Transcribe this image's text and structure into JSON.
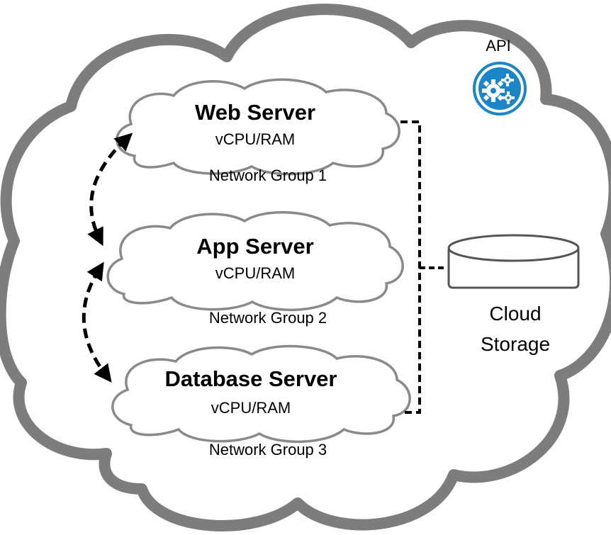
{
  "api": {
    "label": "API",
    "icon": "gears-icon",
    "color": "#1a86c8"
  },
  "servers": [
    {
      "title": "Web Server",
      "spec": "vCPU/RAM",
      "group": "Network Group 1"
    },
    {
      "title": "App Server",
      "spec": "vCPU/RAM",
      "group": "Network Group 2"
    },
    {
      "title": "Database Server",
      "spec": "vCPU/RAM",
      "group": "Network Group 3"
    }
  ],
  "storage": {
    "line1": "Cloud",
    "line2": "Storage",
    "icon": "disk-cylinder-icon"
  },
  "colors": {
    "outer_cloud": "#7a7a7a",
    "server_cloud": "#8a8a8a",
    "connector": "#000000"
  }
}
